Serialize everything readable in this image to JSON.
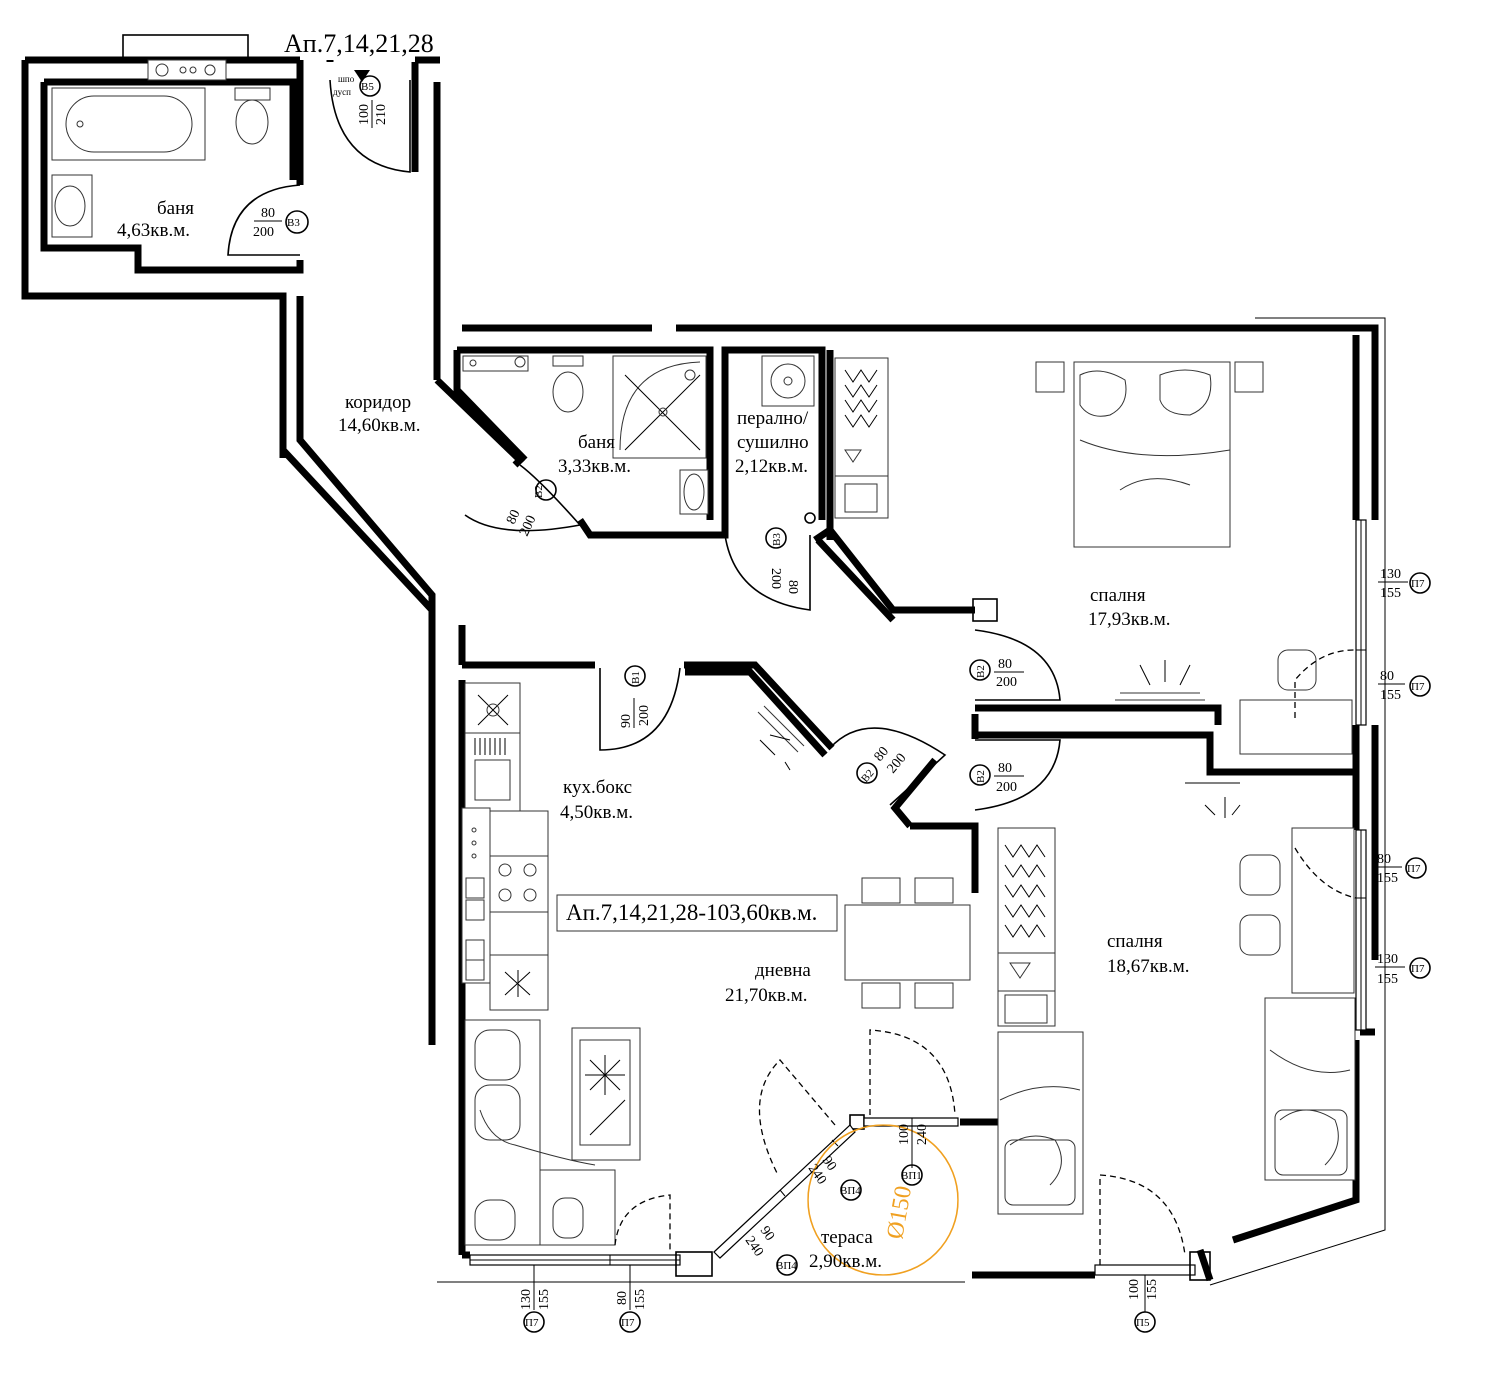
{
  "plan": {
    "title": "Ап.7,14,21,28",
    "summary": "Ап.7,14,21,28-103,60кв.м.",
    "accent_color": "#f0a020"
  },
  "rooms": [
    {
      "name": "баня",
      "area": "4,63кв.м."
    },
    {
      "name": "коридор",
      "area": "14,60кв.м."
    },
    {
      "name": "баня",
      "area": "3,33кв.м."
    },
    {
      "name": "перално/",
      "name2": "сушилно",
      "area": "2,12кв.м."
    },
    {
      "name": "спалня",
      "area": "17,93кв.м."
    },
    {
      "name": "кух.бокс",
      "area": "4,50кв.м."
    },
    {
      "name": "дневна",
      "area": "21,70кв.м."
    },
    {
      "name": "спалня",
      "area": "18,67кв.м."
    },
    {
      "name": "тераса",
      "area": "2,90кв.м."
    }
  ],
  "doors": [
    {
      "w": "80",
      "h": "200",
      "tag": "В3"
    },
    {
      "w": "100",
      "h": "210",
      "tag": "В5",
      "note1": "шпо",
      "note2": "дусп"
    },
    {
      "w": "80",
      "h": "200",
      "tag": "В2"
    },
    {
      "w": "80",
      "h": "200",
      "tag": "В3"
    },
    {
      "w": "80",
      "h": "200",
      "tag": "В2"
    },
    {
      "w": "90",
      "h": "200",
      "tag": "В1"
    },
    {
      "w": "80",
      "h": "200",
      "tag": "В2"
    },
    {
      "w": "80",
      "h": "200",
      "tag": "В2"
    }
  ],
  "windows": [
    {
      "w": "130",
      "h": "155",
      "tag": "П7"
    },
    {
      "w": "80",
      "h": "155",
      "tag": "П7"
    },
    {
      "w": "80",
      "h": "155",
      "tag": "П7"
    },
    {
      "w": "130",
      "h": "155",
      "tag": "П7"
    },
    {
      "w": "130",
      "h": "155",
      "tag": "П7"
    },
    {
      "w": "80",
      "h": "155",
      "tag": "П7"
    },
    {
      "w": "100",
      "h": "155",
      "tag": "П5"
    },
    {
      "w": "100",
      "h": "240",
      "tag": "ВП1"
    },
    {
      "w": "90",
      "h": "240",
      "tag": "ВП4"
    },
    {
      "w": "90",
      "h": "240",
      "tag": "ВП4"
    }
  ],
  "terrace_diameter": "Ø150"
}
